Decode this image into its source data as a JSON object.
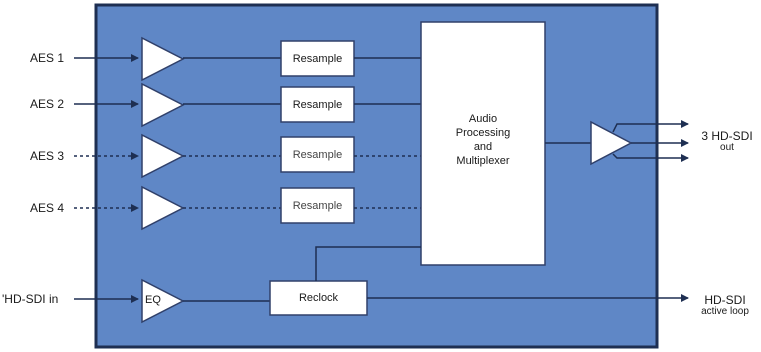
{
  "colors": {
    "background": "#ffffff",
    "panel_fill": "#5f87c6",
    "panel_border": "#1e2f52",
    "block_fill": "#ffffff",
    "block_border": "#30406a",
    "line": "#1e2f52"
  },
  "inputs": {
    "aes1": "AES 1",
    "aes2": "AES 2",
    "aes3": "AES 3",
    "aes4": "AES 4",
    "hdsdi_in": "'HD-SDI in"
  },
  "blocks": {
    "resample_1": "Resample",
    "resample_2": "Resample",
    "resample_3": "Resample",
    "resample_4": "Resample",
    "processor": {
      "line1": "Audio",
      "line2": "Processing",
      "line3": "and",
      "line4": "Multiplexer"
    },
    "eq": "EQ",
    "reclock": "Reclock"
  },
  "outputs": {
    "hdsdi_out_line1": "3 HD-SDI",
    "hdsdi_out_line2": "out",
    "loop_line1": "HD-SDI",
    "loop_line2": "active loop"
  }
}
